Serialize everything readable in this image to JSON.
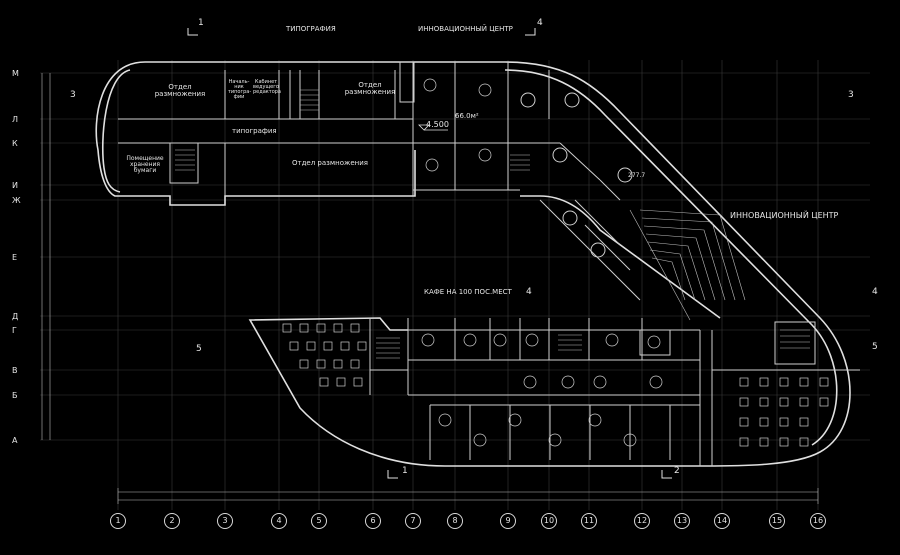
{
  "title_typography": "ТИПОГРАФИЯ",
  "title_innovation": "ИННОВАЦИОННЫЙ ЦЕНТР",
  "innovation_center_label": "ИННОВАЦИОННЫЙ ЦЕНТР",
  "cafe_label": "КАФЕ НА 100 ПОС.МЕСТ",
  "level_mark": "4.500",
  "rooms": {
    "dept1": "Отдел размножения",
    "dept2": "Отдел размножения",
    "dept_main": "Отдел размножения",
    "head": "Началь-ник типогра-фии",
    "editor": "Кабинет ведущего редактора",
    "typography": "типография",
    "paper_storage": "Помещение хранения бумаги",
    "area_hall": "66.0м²",
    "area_right": "277.7"
  },
  "axes_horizontal": [
    "1",
    "2",
    "3",
    "4",
    "5",
    "6",
    "7",
    "8",
    "9",
    "10",
    "11",
    "12",
    "13",
    "14",
    "15",
    "16"
  ],
  "axes_vertical": [
    "М",
    "Л",
    "К",
    "И",
    "Ж",
    "Е",
    "Д",
    "Г",
    "В",
    "Б",
    "А"
  ],
  "cuts": {
    "c1_top": "1",
    "c4_top": "4",
    "c3_left": "3",
    "c3_right": "3",
    "c4_right": "4",
    "c5_left": "5",
    "c5_right": "5",
    "c4_mid": "4",
    "c1_bottom": "1",
    "c2_bottom": "2"
  }
}
